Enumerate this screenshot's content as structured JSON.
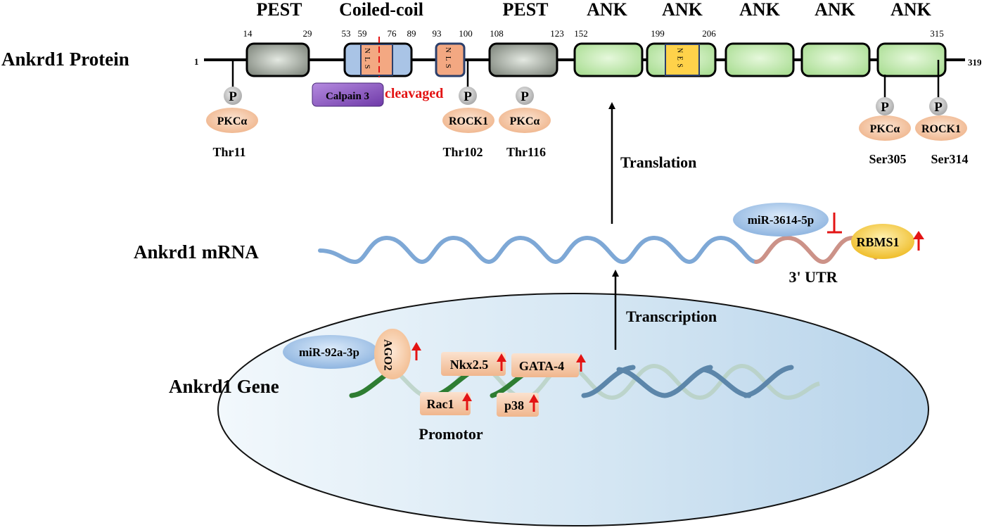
{
  "protein": {
    "label": "Ankrd1 Protein",
    "start": "1",
    "end": "319",
    "domain_titles": [
      "PEST",
      "Coiled-coil",
      "PEST",
      "ANK",
      "ANK",
      "ANK",
      "ANK",
      "ANK"
    ],
    "positions": [
      "14",
      "29",
      "53",
      "59",
      "76",
      "89",
      "93",
      "100",
      "108",
      "123",
      "152",
      "199",
      "206",
      "315"
    ],
    "motifs": {
      "nls": "N L S",
      "nes": "N E S"
    },
    "calpain": "Calpain 3",
    "cleavaged": "cleavaged",
    "phospho": "P",
    "kinases": [
      "PKCα",
      "ROCK1",
      "PKCα",
      "PKCα",
      "ROCK1"
    ],
    "sites": [
      "Thr11",
      "Thr102",
      "Thr116",
      "Ser305",
      "Ser314"
    ]
  },
  "steps": {
    "translation": "Translation",
    "transcription": "Transcription"
  },
  "mrna": {
    "label": "Ankrd1 mRNA",
    "mirna": "miR-3614-5p",
    "rbms": "RBMS1",
    "utr": "3' UTR"
  },
  "gene": {
    "label": "Ankrd1 Gene",
    "mirna": "miR-92a-3p",
    "ago": "AGO2",
    "tfs": [
      "Nkx2.5",
      "GATA-4",
      "Rac1",
      "p38"
    ],
    "promotor": "Promotor"
  },
  "colors": {
    "pest": "#a8aea4",
    "coil": "#a9c4e6",
    "nls": "#f3a882",
    "ank": "#cdeebb",
    "nes": "#ffd24a",
    "kinase": "#f6c8a6",
    "phospho": "#c8c8c8",
    "calpain": "#8d55c8",
    "mirna": "#a9c7ea",
    "rbms": "#f5c842",
    "tf": "#f6c9a8",
    "up_arrow": "#e31414",
    "cleave": "#e31414",
    "nucleus": "#cde2f2",
    "mrna_blue": "#7ea8d6",
    "utr": "#cc9288",
    "dna_green": "#2e7d32",
    "dna_blue": "#5c86aa"
  }
}
